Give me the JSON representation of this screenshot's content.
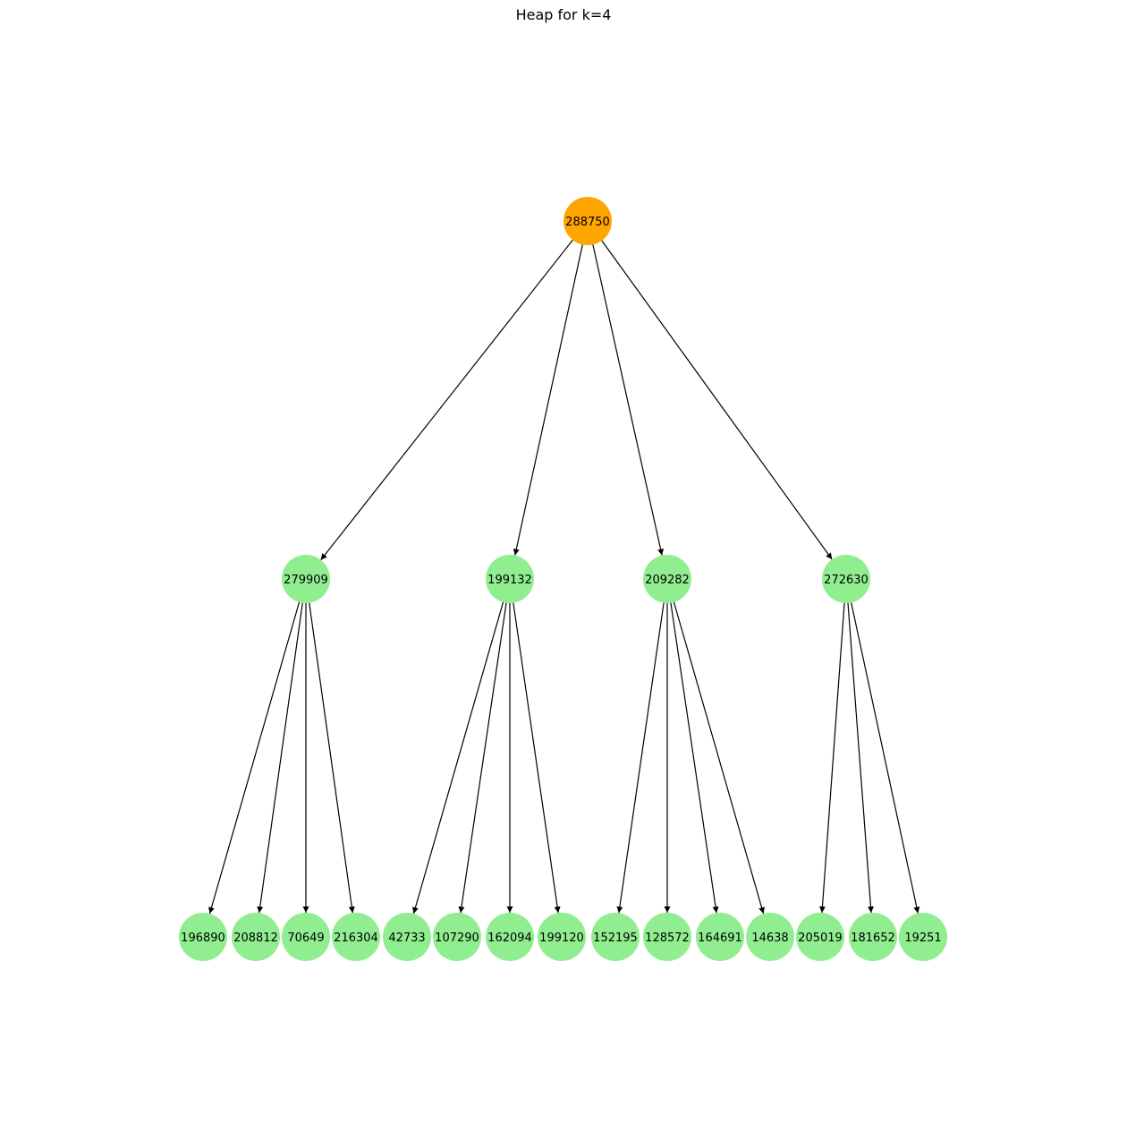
{
  "title": "Heap for k=4",
  "colors": {
    "root": "#ffa500",
    "node": "#90ee90",
    "edge": "#000000"
  },
  "levels": [
    [
      "288750"
    ],
    [
      "279909",
      "199132",
      "209282",
      "272630"
    ],
    [
      "196890",
      "208812",
      "70649",
      "216304",
      "42733",
      "107290",
      "162094",
      "199120",
      "152195",
      "128572",
      "164691",
      "14638",
      "205019",
      "181652",
      "19251"
    ]
  ],
  "edges": [
    [
      0,
      1
    ],
    [
      0,
      2
    ],
    [
      0,
      3
    ],
    [
      0,
      4
    ],
    [
      1,
      5
    ],
    [
      1,
      6
    ],
    [
      1,
      7
    ],
    [
      1,
      8
    ],
    [
      2,
      9
    ],
    [
      2,
      10
    ],
    [
      2,
      11
    ],
    [
      2,
      12
    ],
    [
      3,
      13
    ],
    [
      3,
      14
    ],
    [
      3,
      15
    ],
    [
      3,
      16
    ],
    [
      4,
      17
    ],
    [
      4,
      18
    ],
    [
      4,
      19
    ]
  ]
}
